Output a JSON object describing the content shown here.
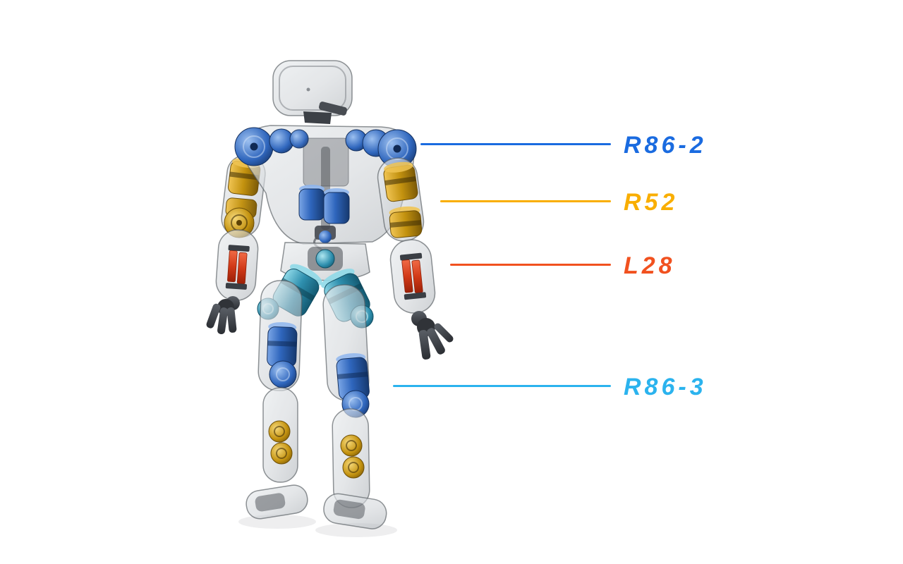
{
  "page": {
    "background_color": "#ffffff"
  },
  "callouts": [
    {
      "label": "R86-2",
      "color": "#1a6be0"
    },
    {
      "label": "R52",
      "color": "#f9ae00"
    },
    {
      "label": "L28",
      "color": "#f1511f"
    },
    {
      "label": "R86-3",
      "color": "#2bb3ee"
    }
  ]
}
